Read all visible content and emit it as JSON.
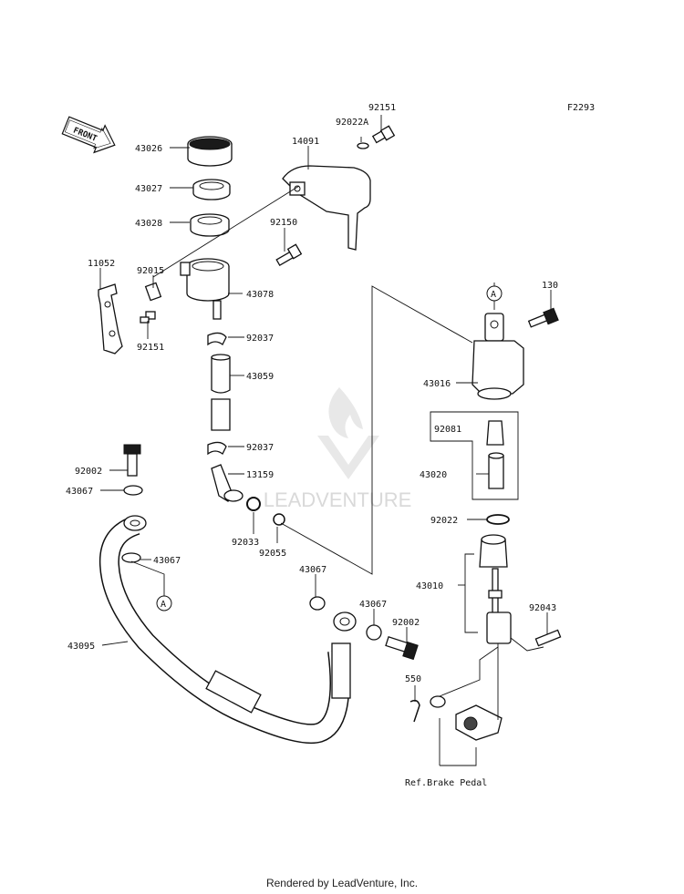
{
  "figure_code": "F2293",
  "front_label": "FRONT",
  "watermark": "LEADVENTURE",
  "footer": "Rendered by LeadVenture, Inc.",
  "ref_label": "Ref.Brake Pedal",
  "callout_letter": "A",
  "labels": [
    "92151",
    "92022A",
    "14091",
    "43026",
    "43027",
    "43028",
    "92150",
    "11052",
    "92015",
    "43078",
    "92151",
    "92037",
    "43059",
    "92037",
    "13159",
    "92033",
    "92055",
    "92002",
    "43067",
    "43067",
    "43095",
    "43067",
    "43067",
    "92002",
    "550",
    "130",
    "43016",
    "92081",
    "43020",
    "92022",
    "43010",
    "92043"
  ]
}
